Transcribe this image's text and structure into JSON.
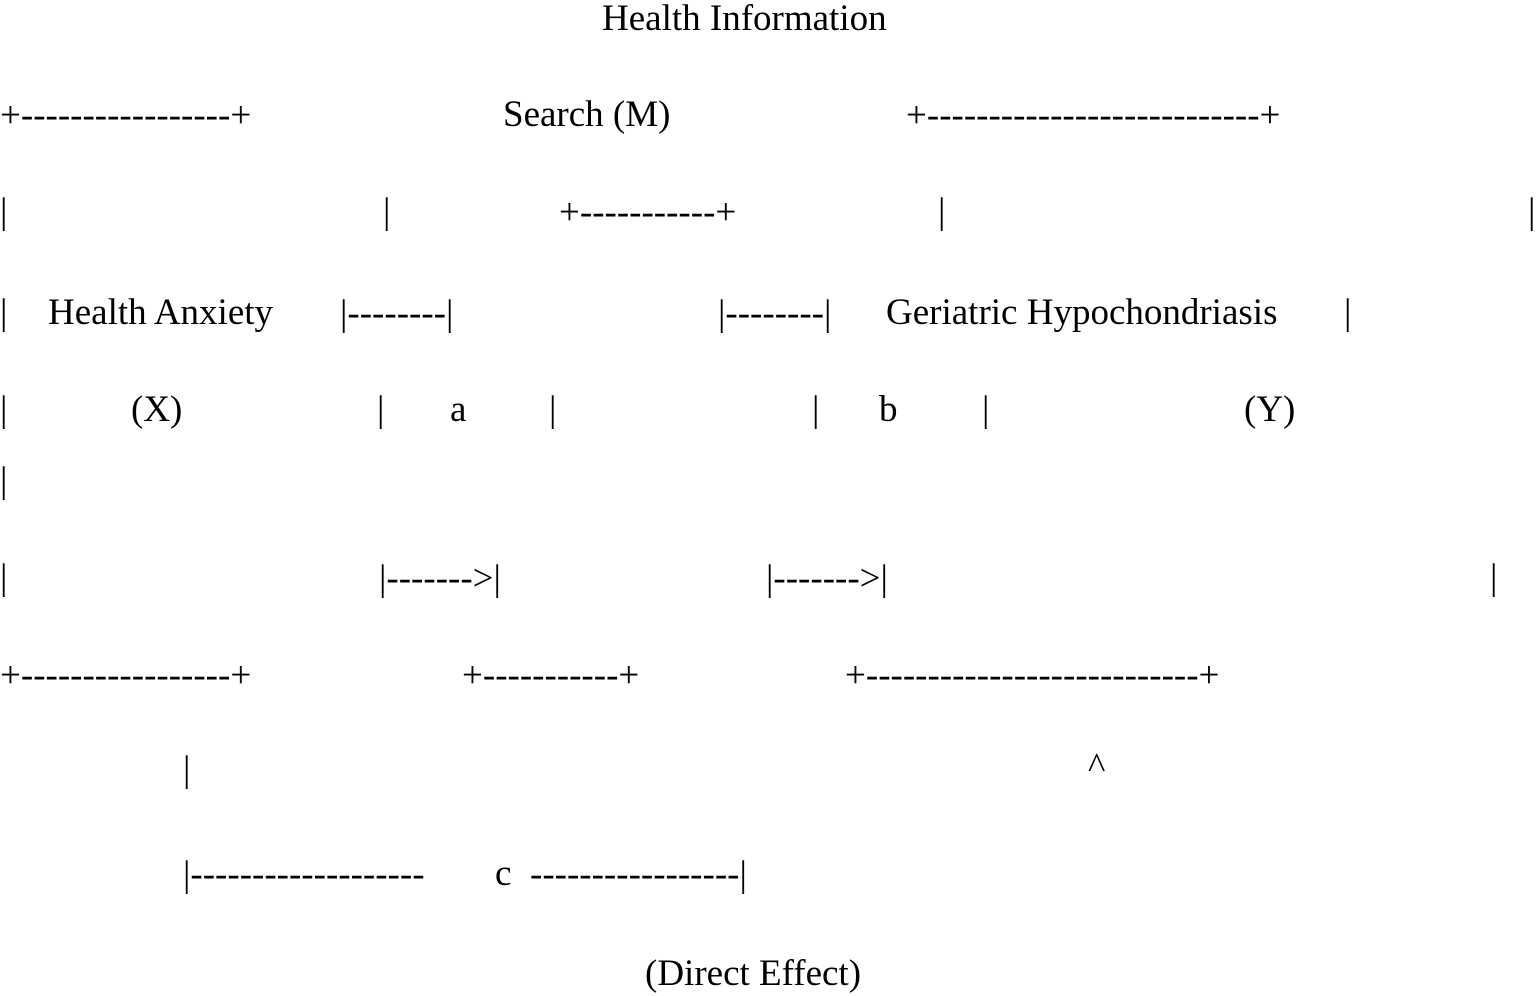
{
  "diagram": {
    "type": "ascii-art-mediation-model",
    "title": "Health Information",
    "caption": "(Direct Effect)",
    "nodes": {
      "predictor": {
        "label": "Health Anxiety",
        "symbol": "(X)"
      },
      "mediator": {
        "label": "Search (M)"
      },
      "outcome": {
        "label": "Geriatric Hypochondriasis",
        "symbol": "(Y)"
      }
    },
    "paths": {
      "a": "a",
      "b": "b",
      "c": "c"
    },
    "ascii": {
      "box_top_left": "+-----------------+",
      "box_top_right": "+---------------------------+",
      "box_top_mid": "+-----------+",
      "box_bottom_left": "+-----------------+",
      "box_bottom_mid": "+-----------+",
      "box_bottom_right": "+---------------------------+",
      "pipe": "|",
      "connector_left": "|--------|",
      "connector_right": "|--------|",
      "arrow_left": "|------->|",
      "arrow_right": "|------->|",
      "caret": "^",
      "direct_path_left": "|-------------------",
      "direct_path_right": "-----------------|"
    }
  }
}
